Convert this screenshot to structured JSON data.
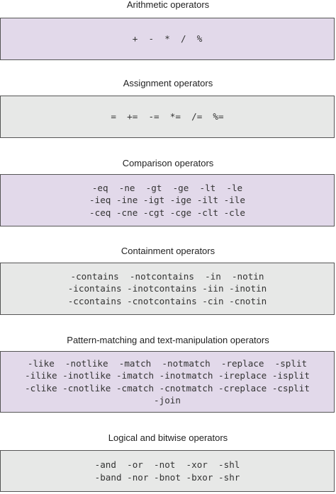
{
  "colors": {
    "purple_box": "#e2d9ea",
    "gray_box": "#e7e8e7",
    "border": "#555555",
    "text": "#333333"
  },
  "sections": [
    {
      "title": "Arithmetic operators",
      "lines": [
        "+  -  *  /  %"
      ]
    },
    {
      "title": "Assignment operators",
      "lines": [
        "=  +=  -=  *=  /=  %="
      ]
    },
    {
      "title": "Comparison operators",
      "lines": [
        "-eq  -ne  -gt  -ge  -lt  -le",
        "-ieq -ine -igt -ige -ilt -ile",
        "-ceq -cne -cgt -cge -clt -cle"
      ]
    },
    {
      "title": "Containment operators",
      "lines": [
        "-contains  -notcontains  -in  -notin",
        "-icontains -inotcontains -iin -inotin",
        "-ccontains -cnotcontains -cin -cnotin"
      ]
    },
    {
      "title": "Pattern-matching and text-manipulation operators",
      "lines": [
        "-like  -notlike  -match  -notmatch  -replace  -split",
        "-ilike -inotlike -imatch -inotmatch -ireplace -isplit",
        "-clike -cnotlike -cmatch -cnotmatch -creplace -csplit",
        "-join"
      ]
    },
    {
      "title": "Logical and bitwise operators",
      "lines": [
        "-and  -or  -not  -xor  -shl",
        "-band -nor -bnot -bxor -shr"
      ]
    }
  ]
}
